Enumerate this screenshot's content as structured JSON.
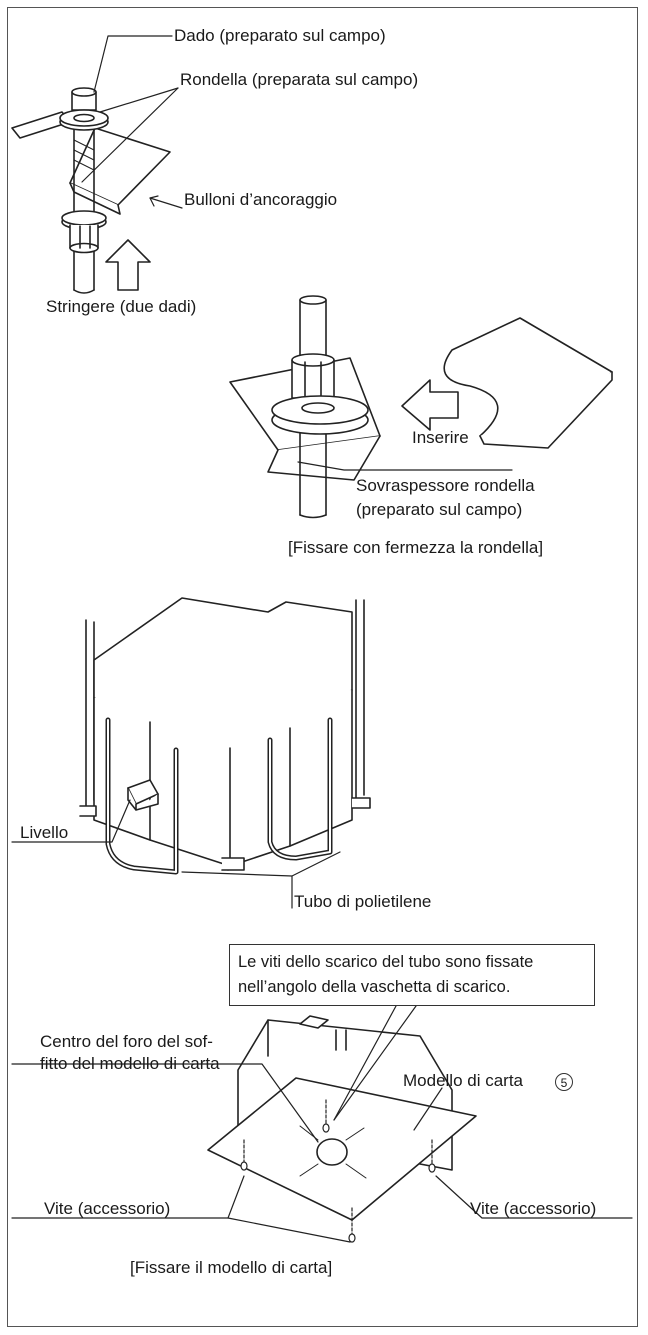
{
  "figure1": {
    "nut_label": "Dado (preparato sul campo)",
    "washer_label": "Rondella (preparata sul campo)",
    "anchor_bolts_label": "Bulloni d’ancoraggio",
    "tighten_label": "Stringere (due dadi)"
  },
  "figure2": {
    "insert_label": "Inserire",
    "washer_plate_label_line1": "Sovraspessore rondella",
    "washer_plate_label_line2": "(preparato sul campo)",
    "caption": "[Fissare con fermezza la rondella]"
  },
  "figure3": {
    "level_label": "Livello",
    "tube_label": "Tubo di polietilene"
  },
  "figure4": {
    "callout_line1": "Le viti dello scarico del tubo sono fissate",
    "callout_line2": "nell’angolo della vaschetta di scarico.",
    "center_label_line1": "Centro del foro del sof-",
    "center_label_line2": "fitto del modello di carta",
    "template_label": "Modello di carta",
    "template_ref": "5",
    "screw_left_label": "Vite (accessorio)",
    "screw_right_label": "Vite (accessorio)",
    "caption": "[Fissare il modello di carta]"
  },
  "colors": {
    "line": "#222222",
    "frame": "#555555",
    "background": "#ffffff"
  }
}
